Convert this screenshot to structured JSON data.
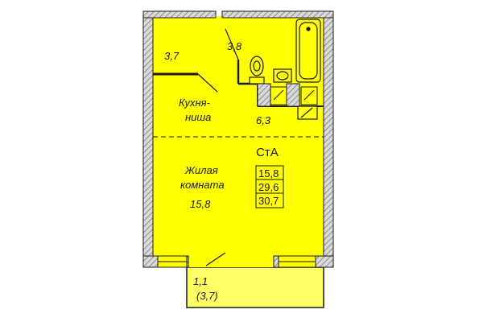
{
  "colors": {
    "room_fill": "#ffff00",
    "wall_hatch": "#8a8a8a",
    "line": "#1a1a1a",
    "background": "#ffffff"
  },
  "rooms": {
    "entry_area": "3,7",
    "bathroom_area": "3,8",
    "kitchen_name_line1": "Кухня-",
    "kitchen_name_line2": "ниша",
    "kitchen_area": "6,3",
    "living_name_line1": "Жилая",
    "living_name_line2": "комната",
    "living_area": "15,8",
    "balcony_area": "1,1",
    "balcony_area_paren": "(3,7)"
  },
  "apartment": {
    "type_label": "СтА",
    "area_living": "15,8",
    "area_total": "29,6",
    "area_with_balcony": "30,7"
  }
}
